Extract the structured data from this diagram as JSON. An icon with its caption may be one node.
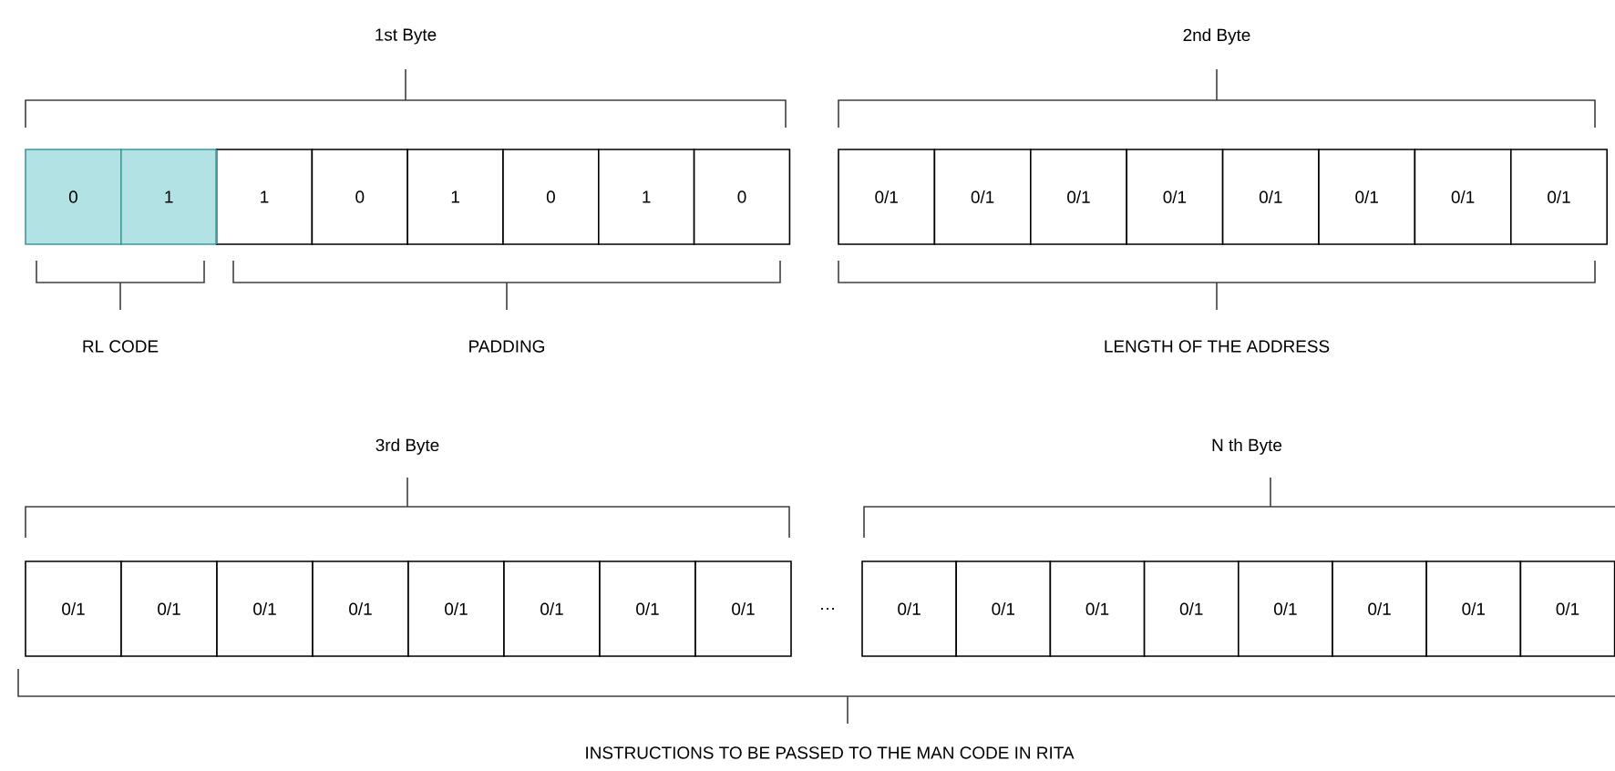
{
  "diagram": {
    "nodes": [
      {
        "text": [
          "0"
        ]
      },
      {
        "text": [
          "1"
        ]
      },
      {
        "text": [
          "1"
        ]
      },
      {
        "text": [
          "0"
        ]
      },
      {
        "text": [
          "1"
        ]
      },
      {
        "text": [
          "0"
        ]
      },
      {
        "text": [
          "1"
        ]
      },
      {
        "text": [
          "0"
        ]
      },
      {
        "text": [
          "0/1"
        ]
      },
      {
        "text": [
          "0/1"
        ]
      },
      {
        "text": [
          "0/1"
        ]
      },
      {
        "text": [
          "0/1"
        ]
      },
      {
        "text": [
          "0/1"
        ]
      },
      {
        "text": [
          "0/1"
        ]
      },
      {
        "text": [
          "0/1"
        ]
      },
      {
        "text": [
          "0/1"
        ]
      },
      {
        "text": [
          "0/1"
        ]
      },
      {
        "text": [
          "0/1"
        ]
      },
      {
        "text": [
          "0/1"
        ]
      },
      {
        "text": [
          "0/1"
        ]
      },
      {
        "text": [
          "0/1"
        ]
      },
      {
        "text": [
          "0/1"
        ]
      },
      {
        "text": [
          "0/1"
        ]
      },
      {
        "text": [
          "0/1"
        ]
      },
      {
        "text": [
          "0/1"
        ]
      },
      {
        "text": [
          "0/1"
        ]
      },
      {
        "text": [
          "0/1"
        ]
      },
      {
        "text": [
          "0/1"
        ]
      },
      {
        "text": [
          "0/1"
        ]
      },
      {
        "text": [
          "0/1"
        ]
      },
      {
        "text": [
          "0/1"
        ]
      },
      {
        "text": [
          "0/1"
        ]
      }
    ],
    "labels": [
      "1st Byte",
      "2nd Byte",
      "RL CODE",
      "PADDING",
      "LENGTH OF THE ADDRESS",
      "3rd Byte",
      "N th Byte",
      "…",
      "INSTRUCTIONS TO BE PASSED TO THE MAN CODE IN RITA"
    ]
  }
}
